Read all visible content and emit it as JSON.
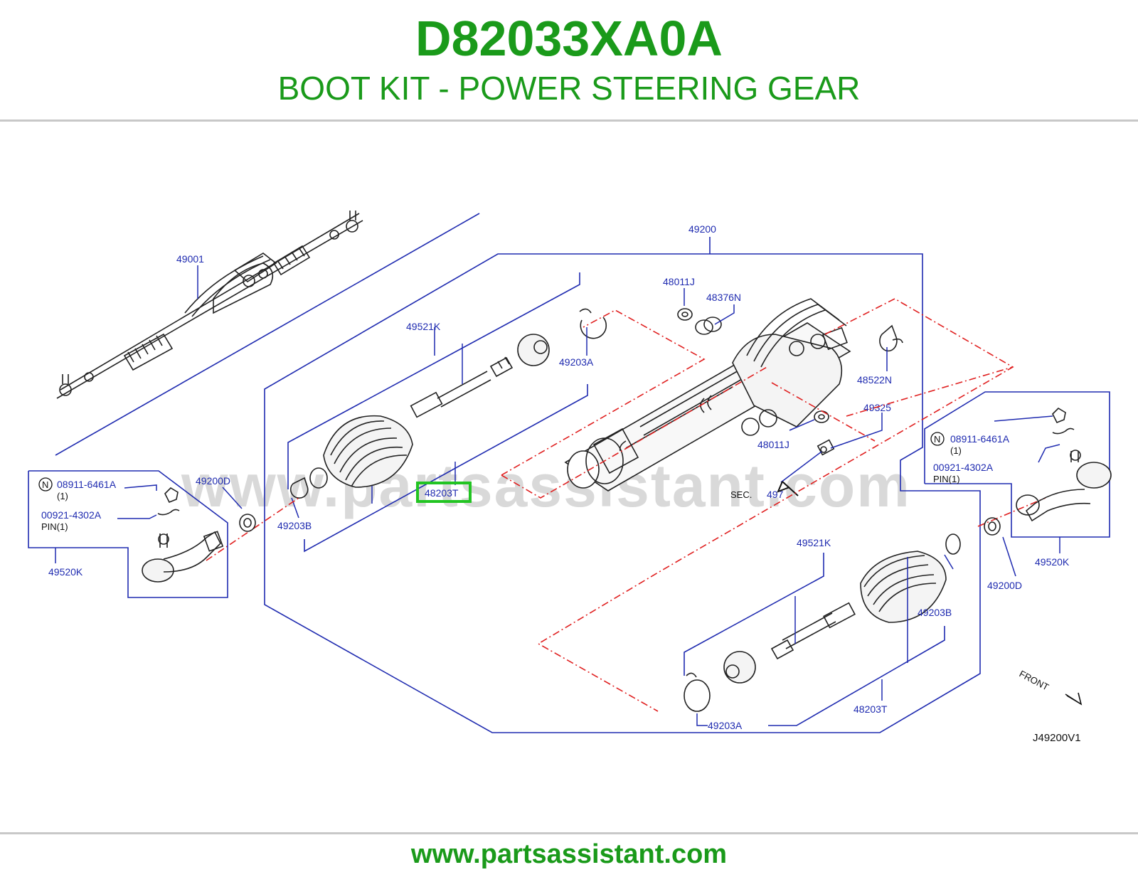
{
  "header": {
    "part_number": "D82033XA0A",
    "title": "BOOT KIT - POWER STEERING GEAR"
  },
  "footer": {
    "url": "www.partsassistant.com"
  },
  "watermark": "www.partsassistant.com",
  "colors": {
    "brand_green": "#1a9a1a",
    "callout_blue": "#1f2bb0",
    "dash_red": "#e02020",
    "highlight_green": "#22c422"
  },
  "diagram": {
    "highlighted_callout": "48203T",
    "callouts": {
      "c49001": "49001",
      "c49200": "49200",
      "c48011j_top": "48011J",
      "c48376n": "48376N",
      "c49521k_left": "49521K",
      "c49203a_top": "49203A",
      "c48522n": "48522N",
      "c49325": "49325",
      "c48011j_mid": "48011J",
      "c48203t_left": "48203T",
      "c49200d_left": "49200D",
      "c49203b_left": "49203B",
      "c49520k_left": "49520K",
      "c49521k_right": "49521K",
      "c49203b_right": "49203B",
      "c49200d_right": "49200D",
      "c49520k_right": "49520K",
      "c48203t_right": "48203T",
      "c49203a_bottom": "49203A",
      "sec_ref": "497"
    },
    "left_box": {
      "n_symbol": "N",
      "nut_number": "08911-6461A",
      "nut_qty": "(1)",
      "pin_number": "00921-4302A",
      "pin_label": "PIN(1)"
    },
    "right_box": {
      "n_symbol": "N",
      "nut_number": "08911-6461A",
      "nut_qty": "(1)",
      "pin_number": "00921-4302A",
      "pin_label": "PIN(1)"
    },
    "sec_label": "SEC.",
    "front_label": "FRONT",
    "diagram_code": "J49200V1"
  }
}
